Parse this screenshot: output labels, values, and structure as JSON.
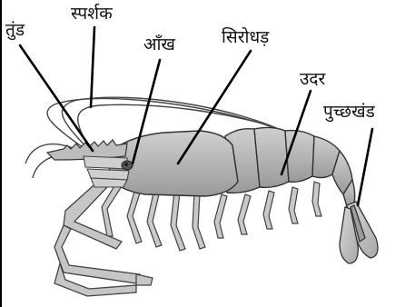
{
  "labels": {
    "tund": "तुंड",
    "sparshak": "स्पर्शक",
    "aankh": "आँख",
    "sirodhad": "सिरोधड़",
    "udar": "उदर",
    "puchchhkhand": "पुच्छखंड"
  },
  "colors": {
    "body_fill": "#b9b9b9",
    "outline": "#333333",
    "line": "#000000"
  }
}
